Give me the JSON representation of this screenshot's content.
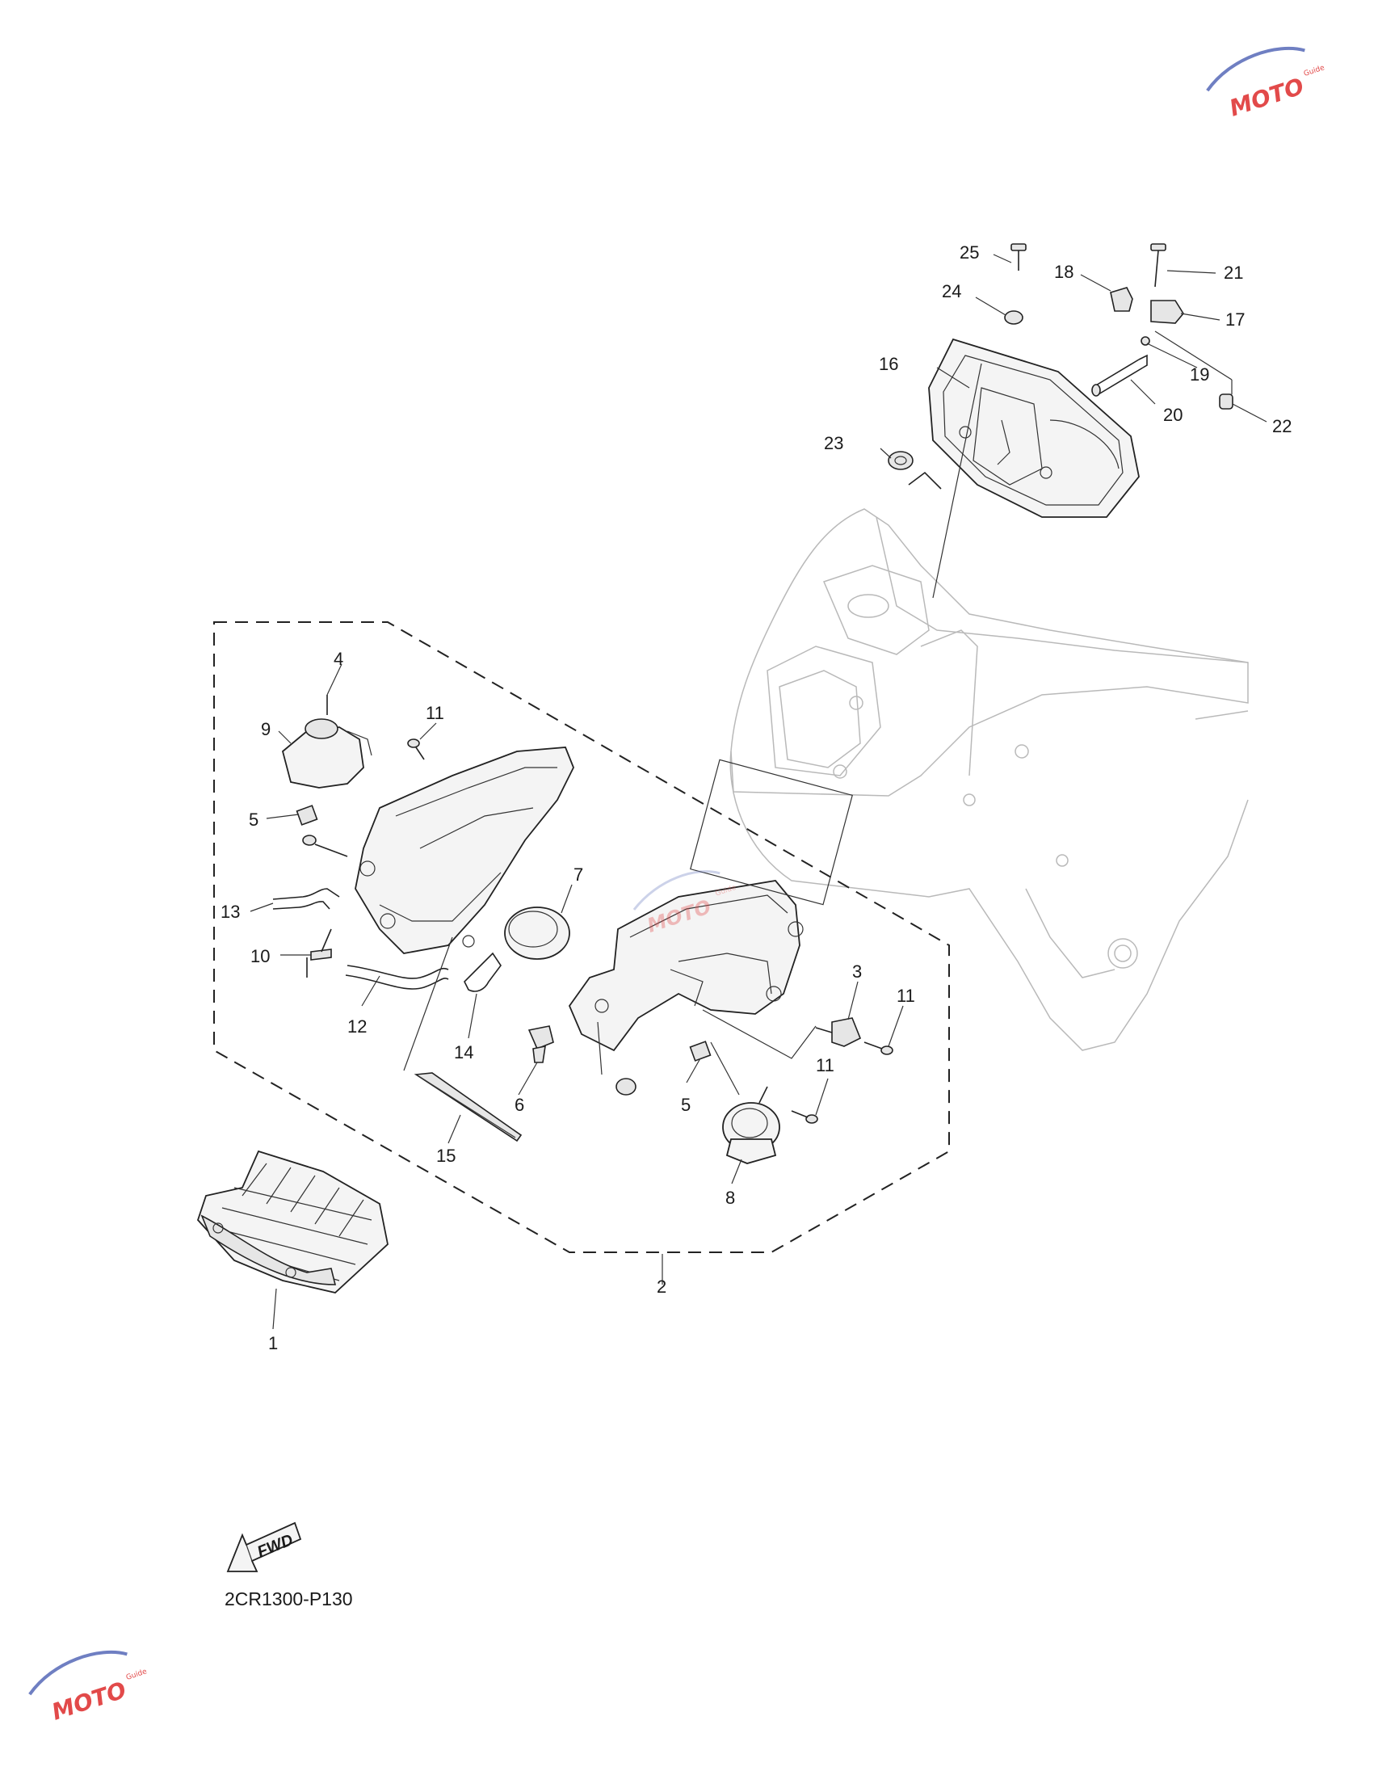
{
  "callouts": {
    "c1": "1",
    "c2": "2",
    "c3": "3",
    "c4": "4",
    "c5a": "5",
    "c5b": "5",
    "c6": "6",
    "c7": "7",
    "c8": "8",
    "c9": "9",
    "c10": "10",
    "c11a": "11",
    "c11b": "11",
    "c11c": "11",
    "c12": "12",
    "c13": "13",
    "c14": "14",
    "c15": "15",
    "c16": "16",
    "c17": "17",
    "c18": "18",
    "c19": "19",
    "c20": "20",
    "c21": "21",
    "c22": "22",
    "c23": "23",
    "c24": "24",
    "c25": "25"
  },
  "fwd_label": "FWD",
  "diagram_code": "2CR1300-P130",
  "watermark": {
    "brand": "MOTO",
    "sub": "Guide"
  },
  "colors": {
    "line": "#222222",
    "faint": "#b9b9b9",
    "watermark": "#e24a4a"
  }
}
